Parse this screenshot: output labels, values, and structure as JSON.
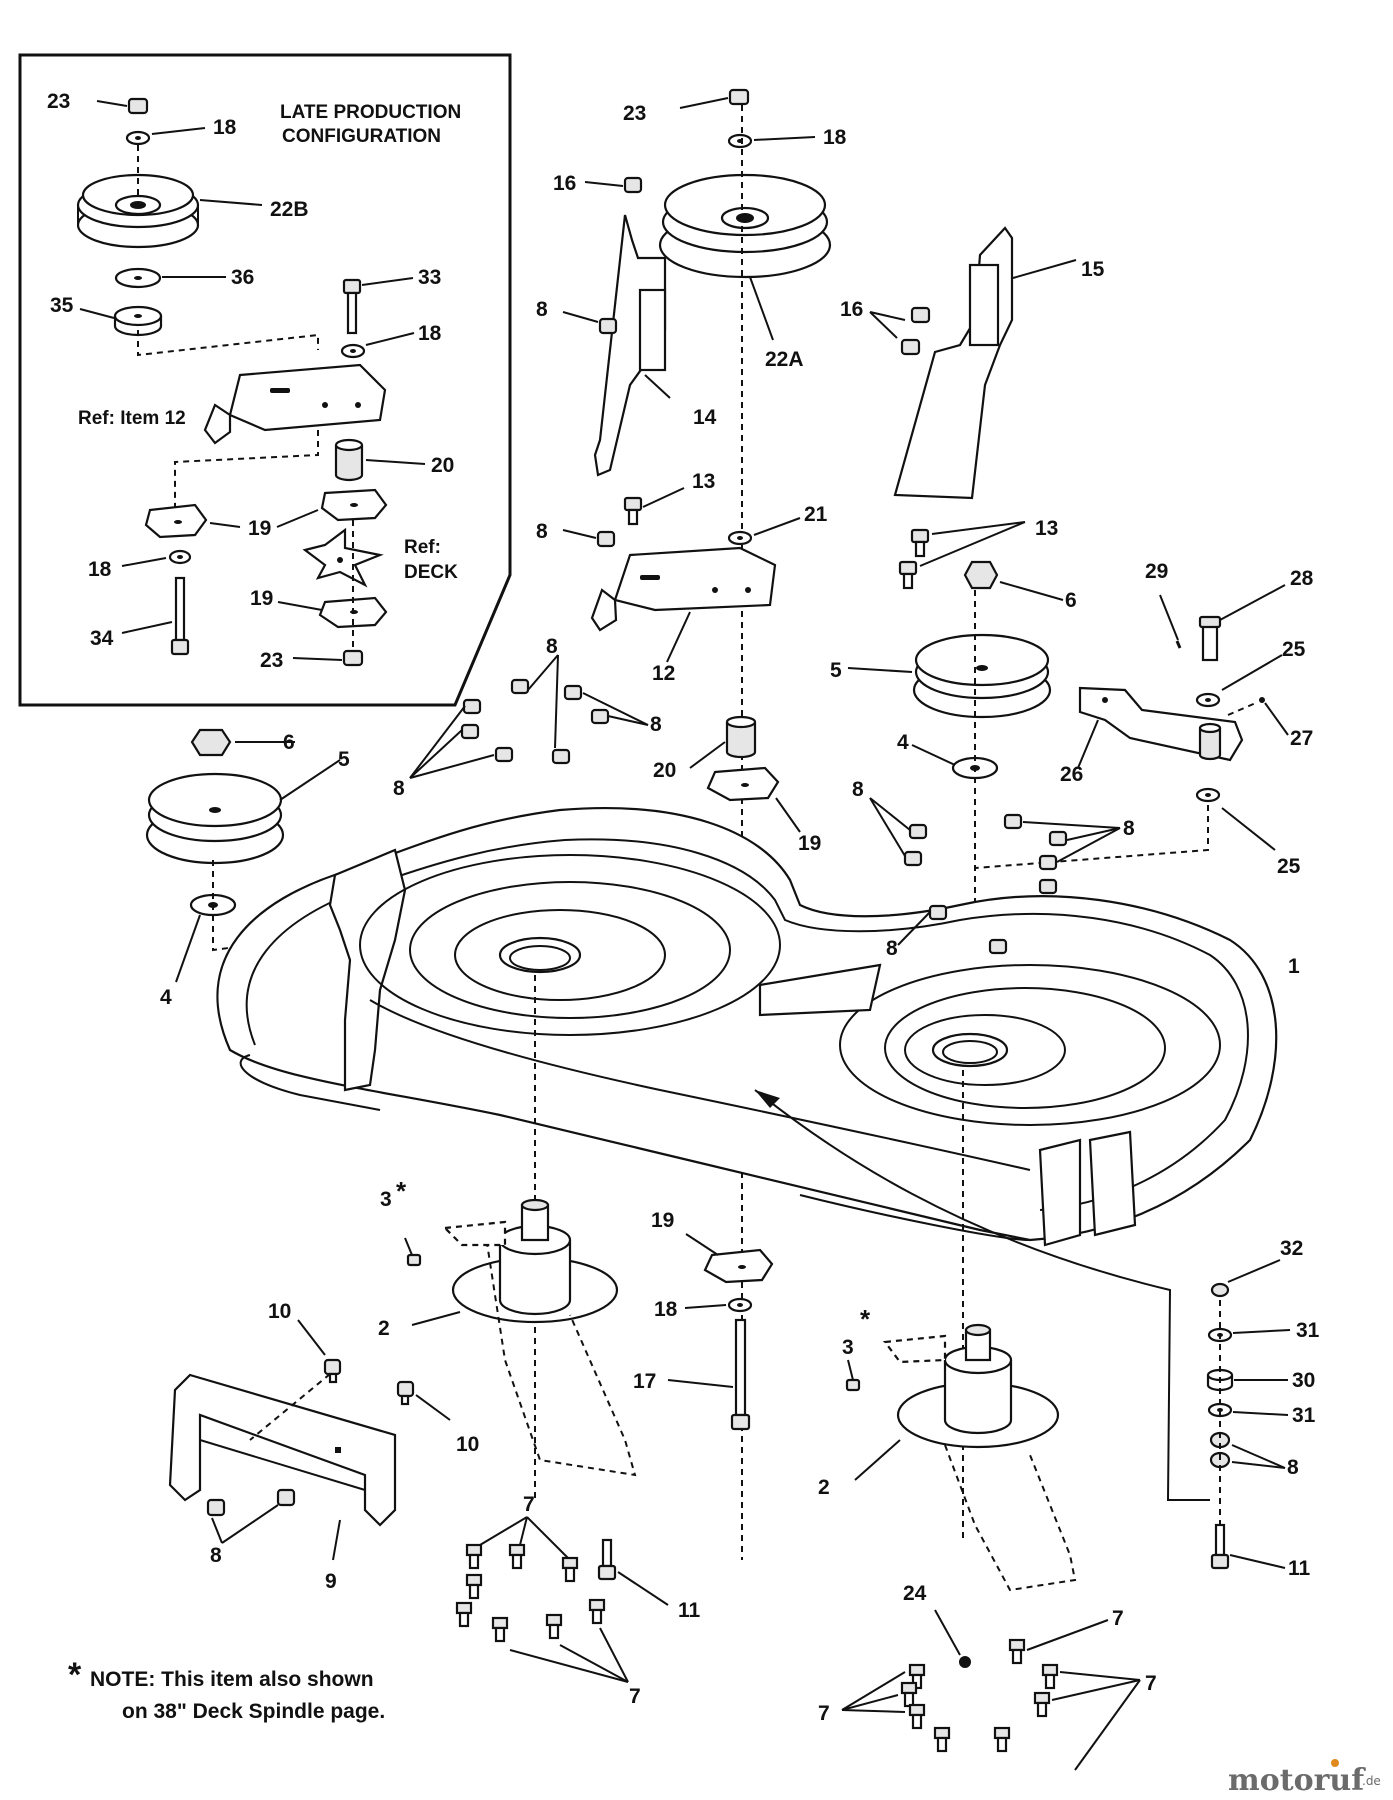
{
  "inset": {
    "title_line1": "LATE PRODUCTION",
    "title_line2": "CONFIGURATION",
    "ref_item": "Ref: Item 12",
    "ref_deck_1": "Ref:",
    "ref_deck_2": "DECK",
    "labels": [
      "23",
      "18",
      "22B",
      "36",
      "35",
      "33",
      "18",
      "20",
      "19",
      "18",
      "34",
      "19",
      "23"
    ]
  },
  "labels": [
    "23",
    "18",
    "16",
    "8",
    "14",
    "22A",
    "13",
    "8",
    "21",
    "12",
    "15",
    "16",
    "13",
    "6",
    "5",
    "4",
    "29",
    "28",
    "25",
    "27",
    "26",
    "25",
    "8",
    "8",
    "8",
    "20",
    "19",
    "6",
    "5",
    "4",
    "8",
    "8",
    "8",
    "1",
    "3",
    "2",
    "19",
    "18",
    "17",
    "10",
    "10",
    "9",
    "8",
    "7",
    "11",
    "7",
    "3",
    "2",
    "32",
    "31",
    "30",
    "31",
    "8",
    "11",
    "24",
    "7",
    "7",
    "7"
  ],
  "note": {
    "star": "*",
    "line1": "NOTE: This item also shown",
    "line2": "on 38\" Deck Spindle page."
  },
  "watermark": {
    "brand": "motoruf",
    "suffix": ".de"
  },
  "colors": {
    "line": "#111111",
    "watermark_grey": "#6b6b6b",
    "watermark_orange": "#e08a1e"
  }
}
